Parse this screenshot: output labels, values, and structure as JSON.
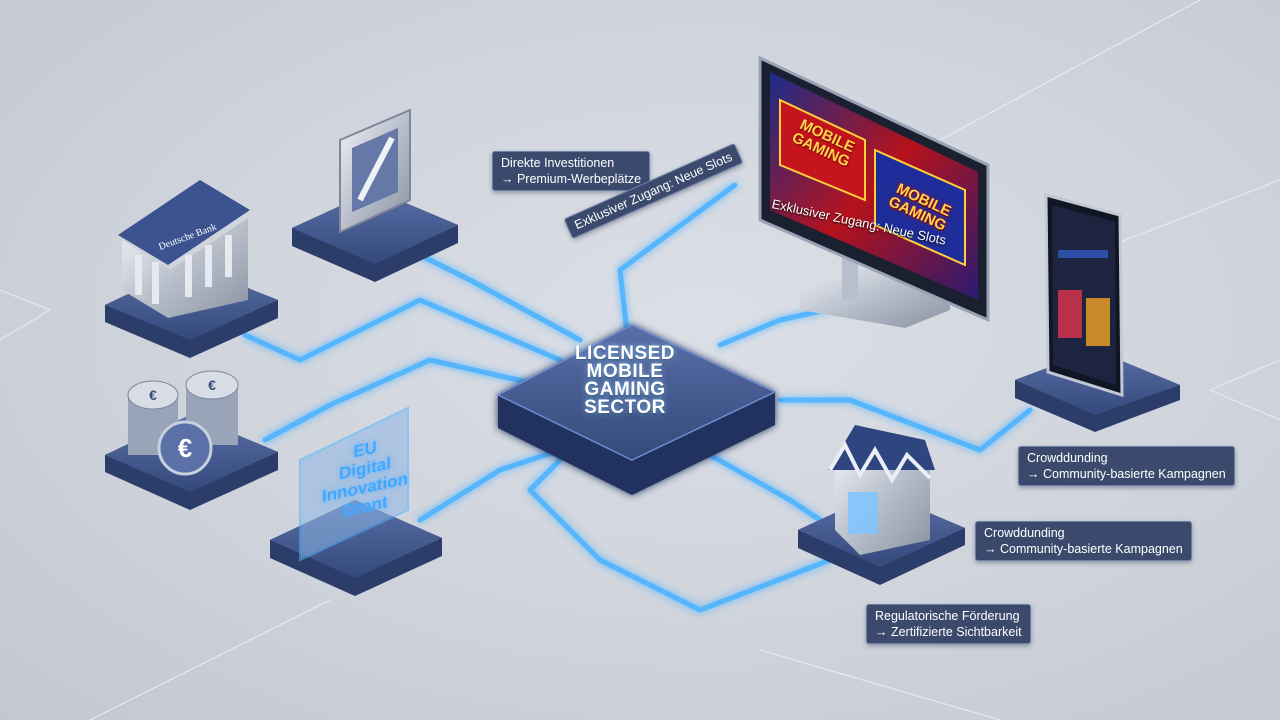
{
  "hub": {
    "lines": [
      "LICENSED",
      "MOBILE",
      "GAMING",
      "SECTOR"
    ]
  },
  "labels": {
    "direct": {
      "line1": "Direkte Investitionen",
      "line2": "→ Premium-Werbeplätze"
    },
    "exclusive": {
      "text": "Exklusiver Zugang: Neue Slots"
    },
    "crowdfunding_top": {
      "line1": "Crowddunding",
      "line2": "→ Community-basierte Kampagnen"
    },
    "crowdfunding_mid": {
      "line1": "Crowddunding",
      "line2": "→ Community-basierte Kampagnen"
    },
    "regulatory": {
      "line1": "Regulatorische Förderung",
      "line2": "→ Zertifizierte Sichtbarkeit"
    }
  },
  "grant": {
    "lines": [
      "EU",
      "Digital",
      "Innovation",
      "Grant"
    ]
  },
  "monitor": {
    "caption": "Exklusiver Zugang: Neue Slots",
    "game1": [
      "MOBILE",
      "GAMING"
    ],
    "game2": [
      "MOBILE",
      "GAMING"
    ]
  },
  "bank": {
    "sign": "Deutsche Bank"
  },
  "icons": {
    "bank": "bank-building-icon",
    "logo": "deutsche-bank-logo-icon",
    "coins": "euro-coins-icon",
    "monitor": "monitor-icon",
    "phone": "smartphone-icon",
    "store": "storefront-icon",
    "currency": "euro-icon"
  },
  "colors": {
    "glow": "#4fb4ff",
    "platform": "#3c5184",
    "label_bg": "#3b4a6c",
    "background": "#d3d6dd"
  }
}
